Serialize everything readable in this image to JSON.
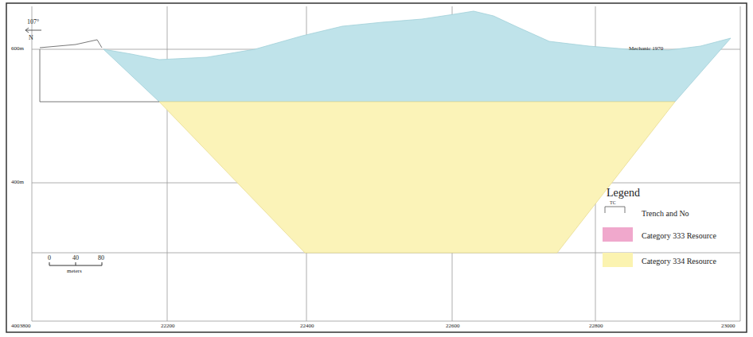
{
  "diagram": {
    "labels": [
      "107°",
      "N",
      "600m",
      "400m",
      "Mechanic 1970",
      "Legend",
      "TC",
      "0",
      "40",
      "80",
      "meters",
      "4003800",
      "22200",
      "22400",
      "22600",
      "22800",
      "23000"
    ],
    "legend": [
      {
        "text": "Trench and No"
      },
      {
        "text": "Category 333 Resource",
        "color": "#f0a8cc"
      },
      {
        "text": "Category 334 Resource",
        "color": "#fbf3b0"
      }
    ]
  }
}
